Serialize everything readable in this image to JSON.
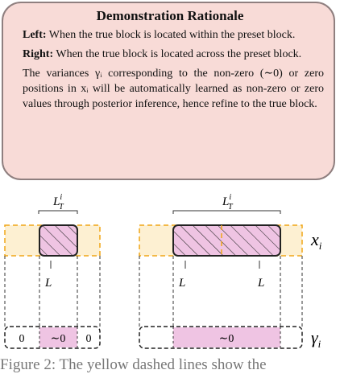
{
  "title": "Demonstration Rationale",
  "paragraphs": [
    {
      "lead": "Left:",
      "text": " When the true block is located within the preset block."
    },
    {
      "lead": "Right:",
      "text": " When the true block is located across the preset block."
    },
    {
      "lead": "",
      "text": "The variances γᵢ corresponding to the non-zero (∼0) or zero positions in xᵢ will be automatically learned as non-zero or zero values through posterior inference, hence refine to the true block."
    }
  ],
  "left": {
    "true_block_label": "L",
    "true_block_label_sup": "i",
    "true_block_label_sub": "T",
    "preset_label": "L",
    "gamma_values": [
      "0",
      "∼0",
      "0"
    ]
  },
  "right": {
    "true_block_label": "L",
    "true_block_label_sup": "i",
    "true_block_label_sub": "T",
    "preset_labels": [
      "L",
      "L"
    ],
    "gamma_value": "∼0"
  },
  "row_labels": {
    "x": "x",
    "x_sub": "i",
    "gamma": "γ",
    "gamma_sub": "i"
  },
  "caption": "Figure 2: The yellow dashed lines show the",
  "colors": {
    "box_fill": "#f8dbd7",
    "box_border": "#8f7f7f",
    "yellow_fill": "#fdf0d2",
    "yellow_dash": "#f0a616",
    "pink_fill": "#efc4e3"
  }
}
